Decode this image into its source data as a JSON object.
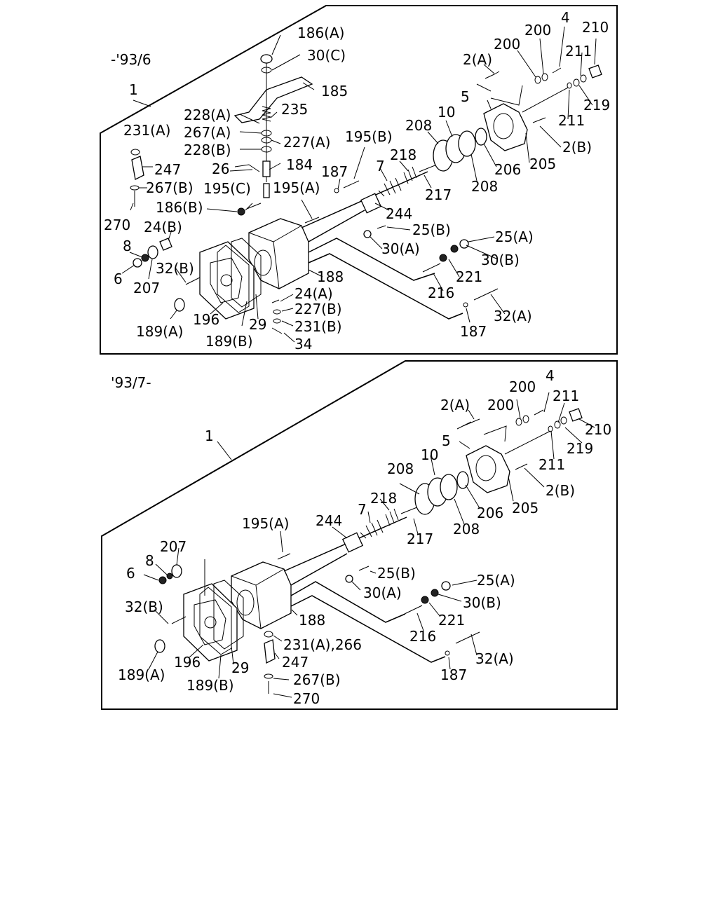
{
  "panels": [
    {
      "variant_label": "-'93/6",
      "labels": {
        "l1": "1",
        "l186a": "186(A)",
        "l30c": "30(C)",
        "l185": "185",
        "l228a": "228(A)",
        "l235": "235",
        "l267a": "267(A)",
        "l228b": "228(B)",
        "l227a": "227(A)",
        "l231a": "231(A)",
        "l247": "247",
        "l26": "26",
        "l184": "184",
        "l267b": "267(B)",
        "l195c": "195(C)",
        "l195a": "195(A)",
        "l186b": "186(B)",
        "l270": "270",
        "l24b": "24(B)",
        "l8": "8",
        "l6": "6",
        "l32b": "32(B)",
        "l207": "207",
        "l189a": "189(A)",
        "l196": "196",
        "l189b": "189(B)",
        "l29": "29",
        "l24a": "24(A)",
        "l227b": "227(B)",
        "l231b": "231(B)",
        "l34": "34",
        "l188": "188",
        "l195b": "195(B)",
        "l187top": "187",
        "l7": "7",
        "l218": "218",
        "l208top": "208",
        "l10": "10",
        "l244": "244",
        "l217": "217",
        "l25b": "25(B)",
        "l25a": "25(A)",
        "l30a": "30(A)",
        "l30b": "30(B)",
        "l221": "221",
        "l216": "216",
        "l32a": "32(A)",
        "l187bot": "187",
        "l208b": "208",
        "l206": "206",
        "l205": "205",
        "l2b": "2(B)",
        "l2a": "2(A)",
        "l5": "5",
        "l200a": "200",
        "l200b": "200",
        "l4": "4",
        "l210": "210",
        "l211a": "211",
        "l219": "219",
        "l211b": "211"
      }
    },
    {
      "variant_label": "'93/7-",
      "labels": {
        "l1": "1",
        "l2a": "2(A)",
        "l200a": "200",
        "l200b": "200",
        "l4": "4",
        "l211a": "211",
        "l210": "210",
        "l5": "5",
        "l219": "219",
        "l211b": "211",
        "l208top": "208",
        "l10": "10",
        "l2b": "2(B)",
        "l218": "218",
        "l7": "7",
        "l206": "206",
        "l205": "205",
        "l217": "217",
        "l208b": "208",
        "l195a": "195(A)",
        "l244": "244",
        "l207": "207",
        "l8": "8",
        "l6": "6",
        "l25b": "25(B)",
        "l25a": "25(A)",
        "l30a": "30(A)",
        "l30b": "30(B)",
        "l32b": "32(B)",
        "l188": "188",
        "l221": "221",
        "l216": "216",
        "l231a266": "231(A),266",
        "l247": "247",
        "l32a": "32(A)",
        "l189a": "189(A)",
        "l196": "196",
        "l29": "29",
        "l189b": "189(B)",
        "l187": "187",
        "l267b": "267(B)",
        "l270": "270"
      }
    }
  ]
}
